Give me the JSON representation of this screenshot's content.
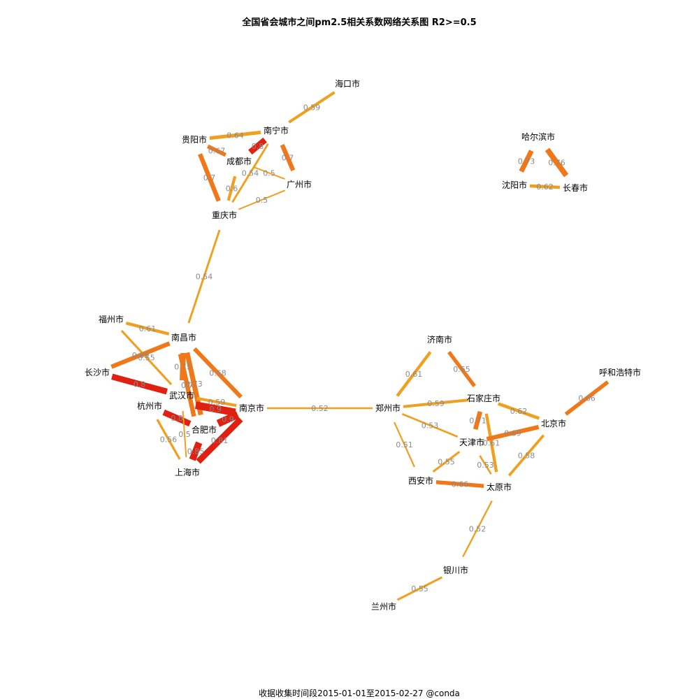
{
  "title": "全国省会城市之间pm2.5相关系数网络关系图 R2>=0.5",
  "footer": "收据收集时间段2015-01-01至2015-02-27 @conda",
  "colors": {
    "low": "#f0a020",
    "mid": "#f07818",
    "high": "#e02010"
  },
  "nodes": [
    {
      "id": "haikou",
      "label": "海口市"
    },
    {
      "id": "nanning",
      "label": "南宁市"
    },
    {
      "id": "guiyang",
      "label": "贵阳市"
    },
    {
      "id": "chengdu",
      "label": "成都市"
    },
    {
      "id": "guangzhou",
      "label": "广州市"
    },
    {
      "id": "chongqing",
      "label": "重庆市"
    },
    {
      "id": "harbin",
      "label": "哈尔滨市"
    },
    {
      "id": "shenyang",
      "label": "沈阳市"
    },
    {
      "id": "changchun",
      "label": "长春市"
    },
    {
      "id": "fuzhou",
      "label": "福州市"
    },
    {
      "id": "nanchang",
      "label": "南昌市"
    },
    {
      "id": "changsha",
      "label": "长沙市"
    },
    {
      "id": "wuhan",
      "label": "武汉市"
    },
    {
      "id": "hangzhou",
      "label": "杭州市"
    },
    {
      "id": "hefei",
      "label": "合肥市"
    },
    {
      "id": "nanjing",
      "label": "南京市"
    },
    {
      "id": "shanghai",
      "label": "上海市"
    },
    {
      "id": "jinan",
      "label": "济南市"
    },
    {
      "id": "zhengzhou",
      "label": "郑州市"
    },
    {
      "id": "shijiazhuang",
      "label": "石家庄市"
    },
    {
      "id": "beijing",
      "label": "北京市"
    },
    {
      "id": "hohhot",
      "label": "呼和浩特市"
    },
    {
      "id": "tianjin",
      "label": "天津市"
    },
    {
      "id": "xian",
      "label": "西安市"
    },
    {
      "id": "taiyuan",
      "label": "太原市"
    },
    {
      "id": "yinchuan",
      "label": "银川市"
    },
    {
      "id": "lanzhou",
      "label": "兰州市"
    }
  ],
  "edges": [
    {
      "s": "haikou",
      "t": "nanning",
      "label": "0.59",
      "w": 0.59
    },
    {
      "s": "guiyang",
      "t": "nanning",
      "label": "0.64",
      "w": 0.64
    },
    {
      "s": "guiyang",
      "t": "chengdu",
      "label": "0.67",
      "w": 0.67
    },
    {
      "s": "nanning",
      "t": "chengdu",
      "label": "0.8",
      "w": 0.8
    },
    {
      "s": "nanning",
      "t": "guangzhou",
      "label": "0.7",
      "w": 0.7
    },
    {
      "s": "chengdu",
      "t": "guangzhou",
      "label": "0.5",
      "w": 0.5
    },
    {
      "s": "guiyang",
      "t": "chongqing",
      "label": "0.7",
      "w": 0.7
    },
    {
      "s": "chengdu",
      "t": "chongqing",
      "label": "0.6",
      "w": 0.6
    },
    {
      "s": "nanning",
      "t": "chongqing",
      "label": "0.54",
      "w": 0.54
    },
    {
      "s": "guangzhou",
      "t": "chongqing",
      "label": "0.5",
      "w": 0.5
    },
    {
      "s": "chongqing",
      "t": "nanchang",
      "label": "0.54",
      "w": 0.54
    },
    {
      "s": "harbin",
      "t": "shenyang",
      "label": "0.73",
      "w": 0.73
    },
    {
      "s": "harbin",
      "t": "changchun",
      "label": "0.76",
      "w": 0.76
    },
    {
      "s": "shenyang",
      "t": "changchun",
      "label": "0.62",
      "w": 0.62
    },
    {
      "s": "fuzhou",
      "t": "nanchang",
      "label": "0.61",
      "w": 0.61
    },
    {
      "s": "fuzhou",
      "t": "wuhan",
      "label": "0.55",
      "w": 0.55
    },
    {
      "s": "changsha",
      "t": "nanchang",
      "label": "0.69",
      "w": 0.69
    },
    {
      "s": "changsha",
      "t": "wuhan",
      "label": "0.8",
      "w": 0.8
    },
    {
      "s": "nanchang",
      "t": "wuhan",
      "label": "0.75",
      "w": 0.75
    },
    {
      "s": "nanchang",
      "t": "hefei",
      "label": "0.73",
      "w": 0.73
    },
    {
      "s": "nanchang",
      "t": "hefei",
      "label": "0.7",
      "w": 0.7
    },
    {
      "s": "nanchang",
      "t": "nanjing",
      "label": "0.68",
      "w": 0.68
    },
    {
      "s": "wuhan",
      "t": "nanjing",
      "label": "0.59",
      "w": 0.59
    },
    {
      "s": "wuhan",
      "t": "nanjing",
      "label": "0.9",
      "w": 0.9
    },
    {
      "s": "hangzhou",
      "t": "hefei",
      "label": "0.8",
      "w": 0.8
    },
    {
      "s": "hangzhou",
      "t": "shanghai",
      "label": "0.56",
      "w": 0.56
    },
    {
      "s": "wuhan",
      "t": "shanghai",
      "label": "0.5",
      "w": 0.5
    },
    {
      "s": "hefei",
      "t": "nanjing",
      "label": "0.9",
      "w": 0.9
    },
    {
      "s": "nanjing",
      "t": "shanghai",
      "label": "0.81",
      "w": 0.81
    },
    {
      "s": "hefei",
      "t": "shanghai",
      "label": "0.85",
      "w": 0.85
    },
    {
      "s": "nanjing",
      "t": "zhengzhou",
      "label": "0.52",
      "w": 0.52
    },
    {
      "s": "jinan",
      "t": "zhengzhou",
      "label": "0.61",
      "w": 0.61
    },
    {
      "s": "jinan",
      "t": "shijiazhuang",
      "label": "0.65",
      "w": 0.65
    },
    {
      "s": "zhengzhou",
      "t": "shijiazhuang",
      "label": "0.59",
      "w": 0.59
    },
    {
      "s": "zhengzhou",
      "t": "tianjin",
      "label": "0.53",
      "w": 0.53
    },
    {
      "s": "zhengzhou",
      "t": "xian",
      "label": "0.51",
      "w": 0.51
    },
    {
      "s": "shijiazhuang",
      "t": "beijing",
      "label": "0.62",
      "w": 0.62
    },
    {
      "s": "shijiazhuang",
      "t": "tianjin",
      "label": "0.71",
      "w": 0.71
    },
    {
      "s": "shijiazhuang",
      "t": "taiyuan",
      "label": "0.61",
      "w": 0.61
    },
    {
      "s": "tianjin",
      "t": "beijing",
      "label": "0.69",
      "w": 0.69
    },
    {
      "s": "hohhot",
      "t": "beijing",
      "label": "0.66",
      "w": 0.66
    },
    {
      "s": "beijing",
      "t": "taiyuan",
      "label": "0.58",
      "w": 0.58
    },
    {
      "s": "tianjin",
      "t": "xian",
      "label": "0.55",
      "w": 0.55
    },
    {
      "s": "tianjin",
      "t": "taiyuan",
      "label": "0.53",
      "w": 0.53
    },
    {
      "s": "xian",
      "t": "taiyuan",
      "label": "0.66",
      "w": 0.66
    },
    {
      "s": "taiyuan",
      "t": "yinchuan",
      "label": "0.52",
      "w": 0.52
    },
    {
      "s": "yinchuan",
      "t": "lanzhou",
      "label": "0.55",
      "w": 0.55
    }
  ]
}
